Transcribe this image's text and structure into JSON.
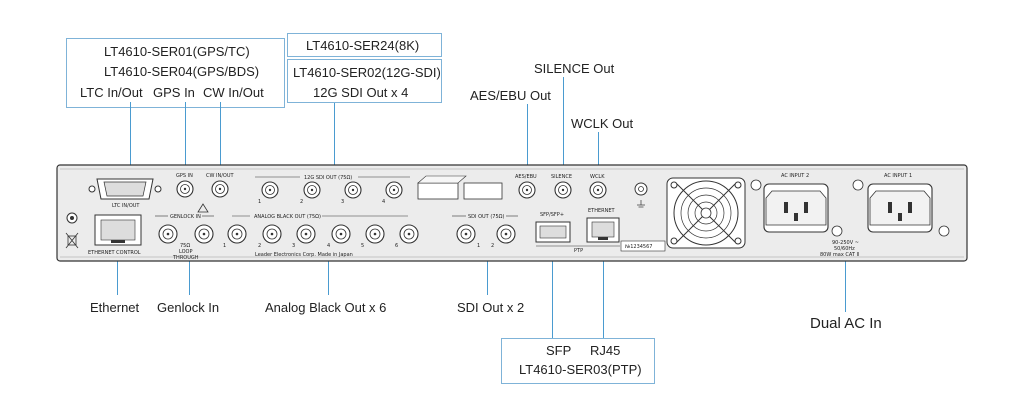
{
  "callouts": {
    "ser01": "LT4610-SER01(GPS/TC)",
    "ser04": "LT4610-SER04(GPS/BDS)",
    "ltc": "LTC In/Out",
    "gps": "GPS In",
    "cw": "CW In/Out",
    "ser24": "LT4610-SER24(8K)",
    "ser02": "LT4610-SER02(12G-SDI)",
    "sdi12g_out": "12G SDI Out x 4",
    "aes_ebu_out": "AES/EBU Out",
    "silence_out": "SILENCE Out",
    "wclk_out": "WCLK Out",
    "ethernet": "Ethernet",
    "genlock_in": "Genlock In",
    "analog_black_out": "Analog Black Out x 6",
    "sdi_out": "SDI Out x 2",
    "sfp": "SFP",
    "rj45": "RJ45",
    "ser03": "LT4610-SER03(PTP)",
    "dual_ac_in": "Dual AC In"
  },
  "panel": {
    "ltc_in_out": "LTC IN/OUT",
    "gps_in": "GPS IN",
    "cw_in_out": "CW IN/OUT",
    "sdi12g_out": "12G SDI OUT (75Ω)",
    "genlock_in": "GENLOCK IN",
    "genlock_75": "75Ω",
    "genlock_loop": "LOOP",
    "genlock_through": "THROUGH",
    "analog_black_out": "ANALOG BLACK OUT (75Ω)",
    "maker": "Leader Electronics Corp. Made in Japan",
    "sdi_out": "SDI OUT (75Ω)",
    "aes_ebu": "AES/EBU",
    "silence": "SILENCE",
    "wclk": "WCLK",
    "sfp": "SFP/SFP+",
    "ptp": "PTP",
    "ethernet_port": "ETHERNET",
    "ethernet_control": "ETHERNET CONTROL",
    "serial": "№1234567",
    "ac_input_2": "AC INPUT 2",
    "ac_input_1": "AC INPUT 1",
    "ac_rating_1": "90-250V ~",
    "ac_rating_2": "50/60Hz",
    "ac_rating_3": "80W max CAT Ⅱ",
    "port_numbers": [
      "1",
      "2",
      "3",
      "4",
      "5",
      "6"
    ]
  },
  "colors": {
    "accent_line": "#4a9bd0",
    "box_border": "#7fb3d8",
    "panel_fill": "#ececec",
    "panel_stroke": "#333333"
  }
}
